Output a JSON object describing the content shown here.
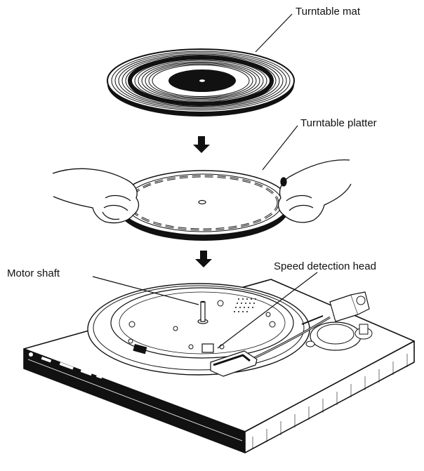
{
  "labels": {
    "turntable_mat": "Turntable mat",
    "turntable_platter": "Turntable platter",
    "motor_shaft": "Motor shaft",
    "speed_detection_head": "Speed detection head"
  },
  "colors": {
    "ink": "#111111",
    "background": "#ffffff"
  }
}
